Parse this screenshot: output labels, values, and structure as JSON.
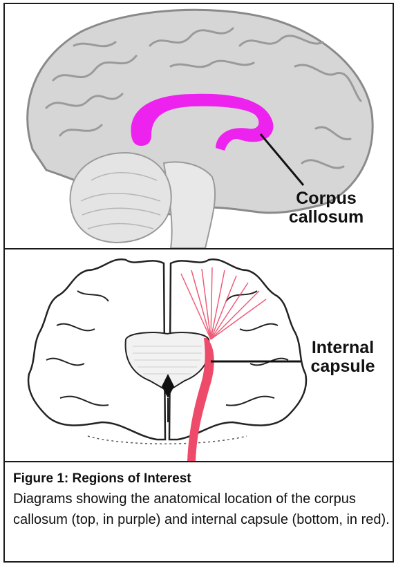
{
  "figure": {
    "top_label": "Corpus\ncallosum",
    "bottom_label": "Internal\ncapsule",
    "caption_title": "Figure 1: Regions of Interest",
    "caption_text": "Diagrams showing the anatomical location of the corpus callosum (top, in purple) and internal capsule (bottom, in red)."
  },
  "colors": {
    "corpus_callosum": "#ee22ee",
    "internal_capsule": "#ee4a6a",
    "brain_fill": "#d6d6d6",
    "outline": "#222222"
  }
}
